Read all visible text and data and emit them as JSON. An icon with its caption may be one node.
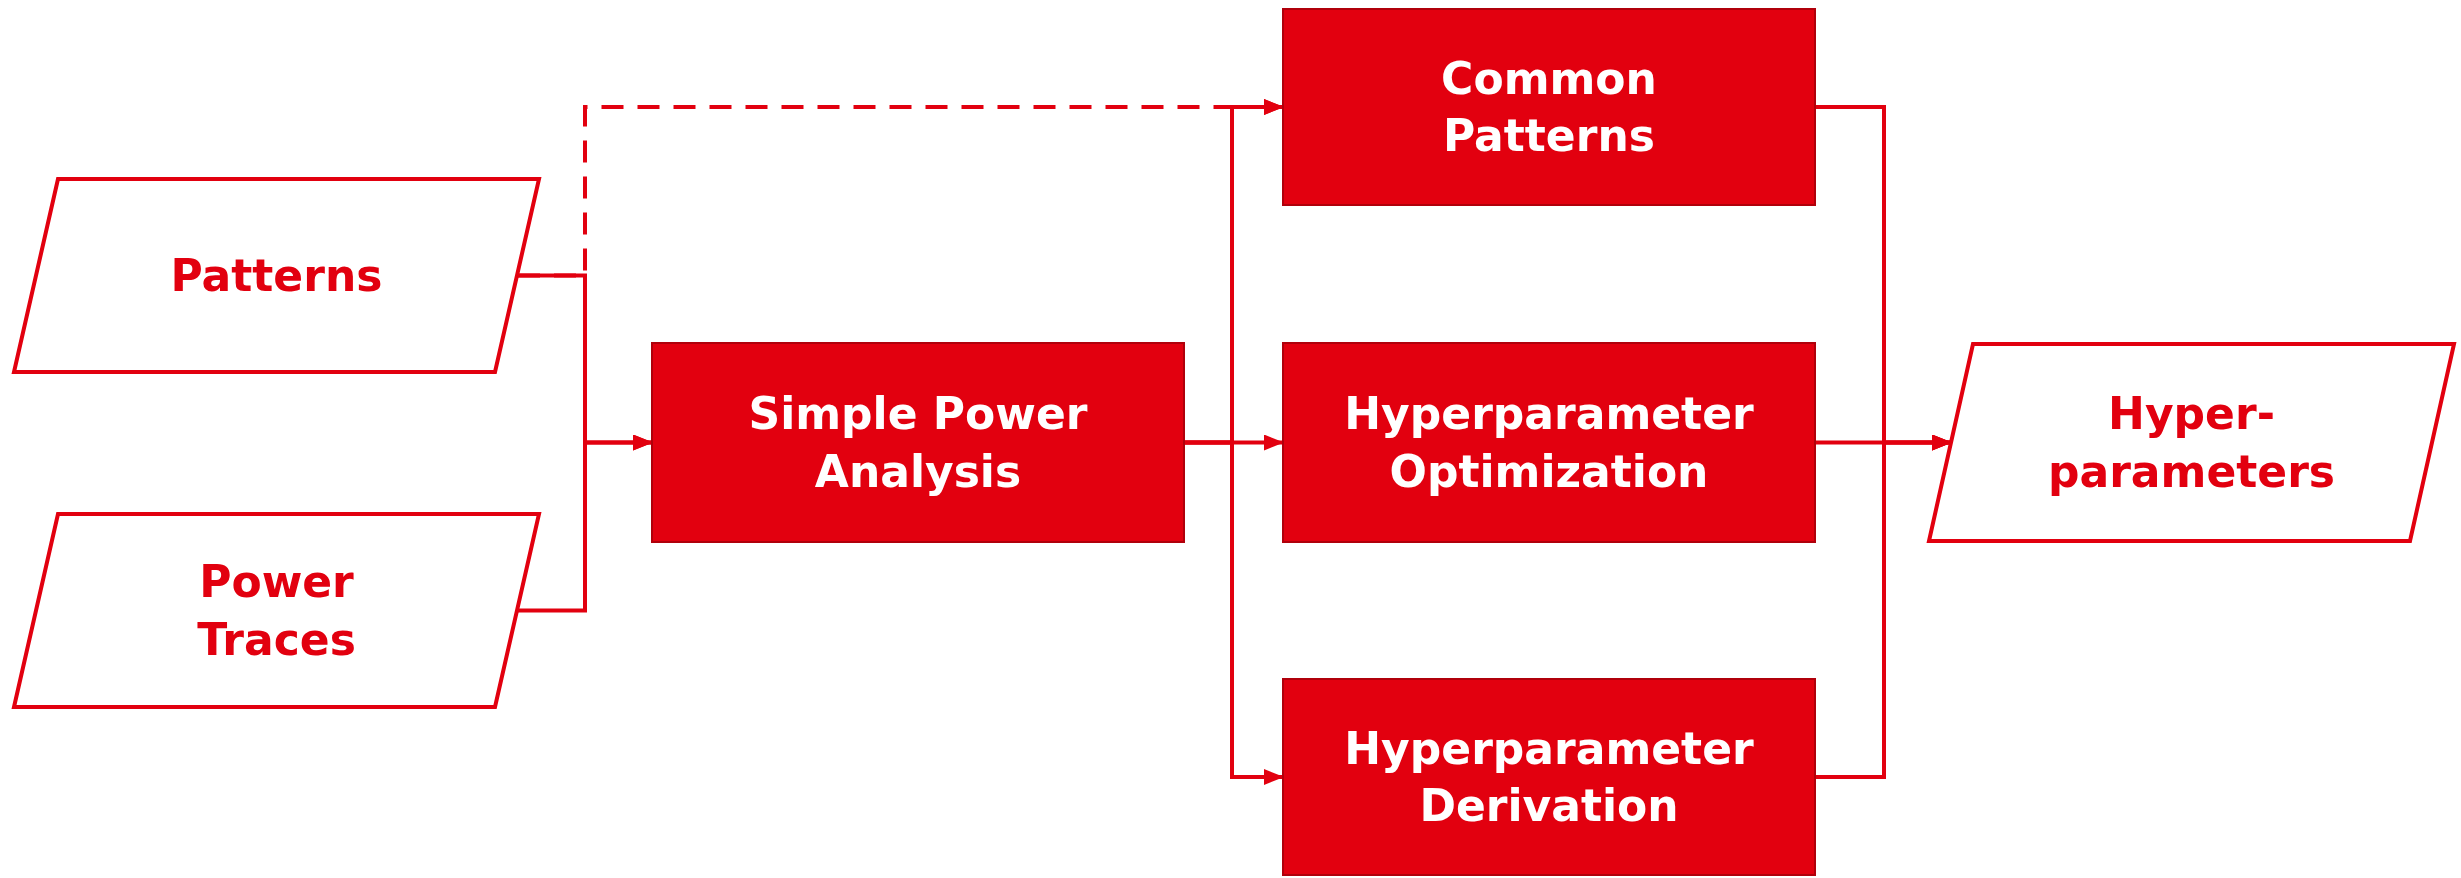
{
  "diagram": {
    "nodes": [
      {
        "text": [
          "Patterns"
        ]
      },
      {
        "text": [
          "Power Traces"
        ]
      },
      {
        "text": [
          "Simple Power Analysis"
        ]
      },
      {
        "text": [
          "Common Patterns"
        ]
      },
      {
        "text": [
          "Hyperparameter Optimization"
        ]
      },
      {
        "text": [
          "Hyperparameter Derivation"
        ]
      },
      {
        "text": [
          "Hyper- parameters"
        ]
      }
    ],
    "edges": [
      {
        "from": 0,
        "to": 2,
        "arrow": "to"
      },
      {
        "from": 1,
        "to": 2,
        "arrow": "to"
      },
      {
        "from": 0,
        "to": 3,
        "arrow": "to",
        "style": "dashed"
      },
      {
        "from": 2,
        "to": 3,
        "arrow": "to"
      },
      {
        "from": 2,
        "to": 4,
        "arrow": "to"
      },
      {
        "from": 2,
        "to": 5,
        "arrow": "to"
      },
      {
        "from": 3,
        "to": 6,
        "arrow": "to"
      },
      {
        "from": 4,
        "to": 6,
        "arrow": "to"
      },
      {
        "from": 5,
        "to": 6,
        "arrow": "to"
      }
    ]
  }
}
